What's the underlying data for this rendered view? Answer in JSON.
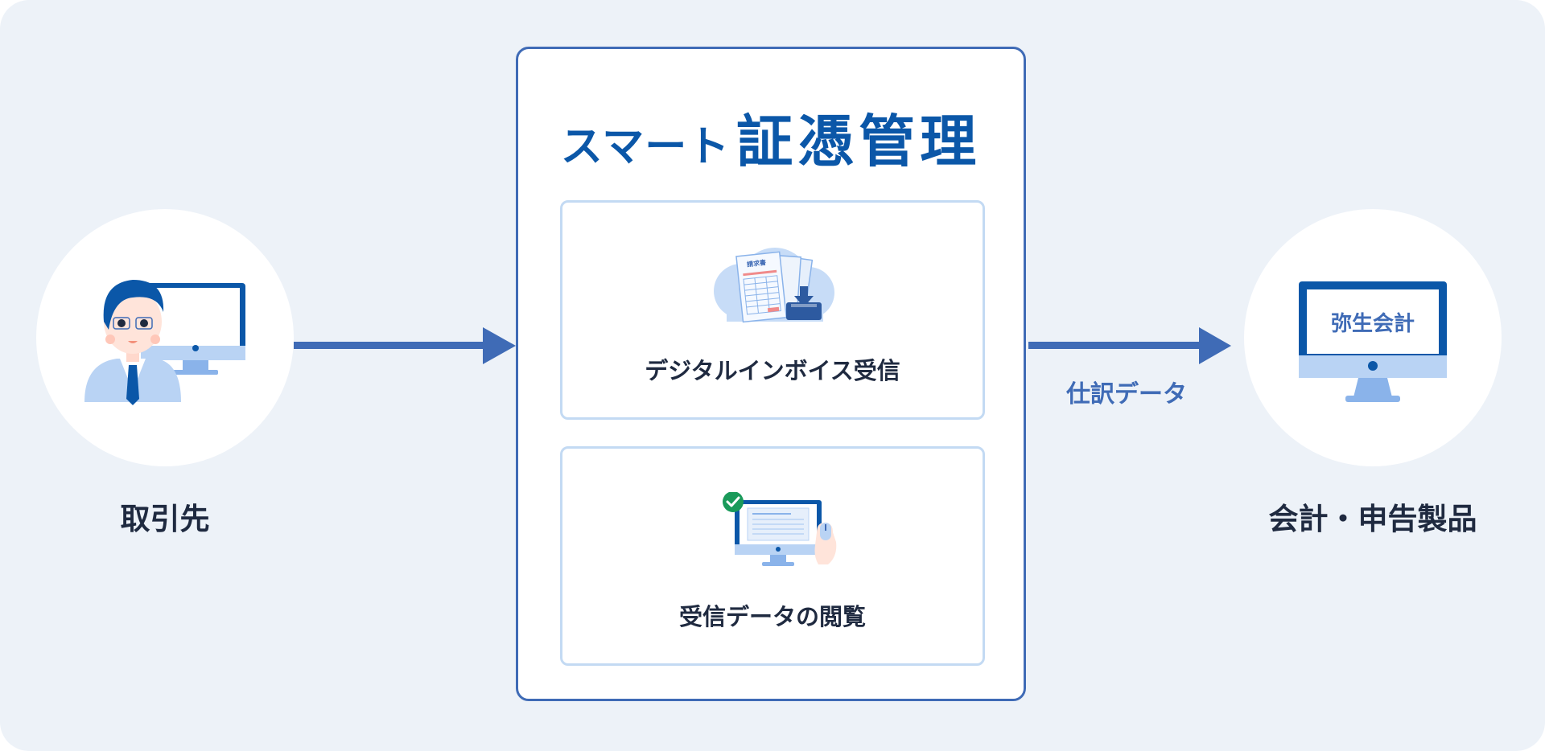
{
  "nodes": {
    "client": {
      "label": "取引先"
    },
    "accounting": {
      "label": "会計・申告製品",
      "screen_text": "弥生会計"
    }
  },
  "service": {
    "title_prefix": "スマート",
    "title_main": "証憑管理",
    "features": [
      {
        "label": "デジタルインボイス受信",
        "document_text": "請求書"
      },
      {
        "label": "受信データの閲覧"
      }
    ]
  },
  "flows": {
    "client_to_service": "",
    "service_to_accounting": "仕訳データ"
  },
  "colors": {
    "background": "#edf2f8",
    "accent": "#3f6bb6",
    "title": "#0b57a8",
    "card_border": "#c3daf3",
    "text": "#1f2a40",
    "check": "#1a9a5a"
  }
}
